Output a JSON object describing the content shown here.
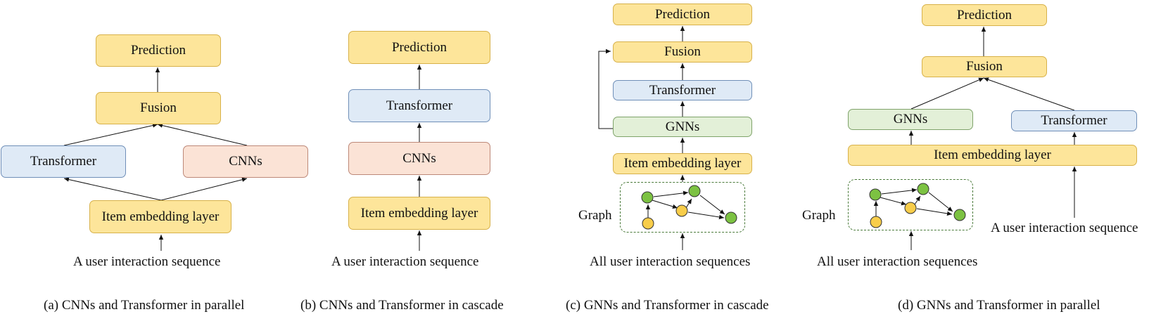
{
  "panels": {
    "a": {
      "prediction": "Prediction",
      "fusion": "Fusion",
      "transformer": "Transformer",
      "cnns": "CNNs",
      "embedding": "Item embedding layer",
      "input": "A user interaction sequence",
      "caption": "(a) CNNs and Transformer in parallel"
    },
    "b": {
      "prediction": "Prediction",
      "transformer": "Transformer",
      "cnns": "CNNs",
      "embedding": "Item embedding layer",
      "input": "A user interaction sequence",
      "caption": "(b) CNNs and Transformer in cascade"
    },
    "c": {
      "prediction": "Prediction",
      "fusion": "Fusion",
      "transformer": "Transformer",
      "gnns": "GNNs",
      "embedding": "Item embedding layer",
      "graph_label": "Graph",
      "input": "All user interaction sequences",
      "caption": "(c) GNNs and Transformer in cascade"
    },
    "d": {
      "prediction": "Prediction",
      "fusion": "Fusion",
      "gnns": "GNNs",
      "transformer": "Transformer",
      "embedding": "Item embedding layer",
      "graph_label": "Graph",
      "input_graph": "All user interaction sequences",
      "input_seq": "A user interaction sequence",
      "caption": "(d) GNNs and Transformer in parallel"
    }
  },
  "colors": {
    "yellow": "#fde59a",
    "blue": "#dfeaf6",
    "orange": "#fbe3d6",
    "green": "#e3f0d8",
    "node_green": "#7cc242",
    "node_yellow": "#f8cd4a"
  }
}
